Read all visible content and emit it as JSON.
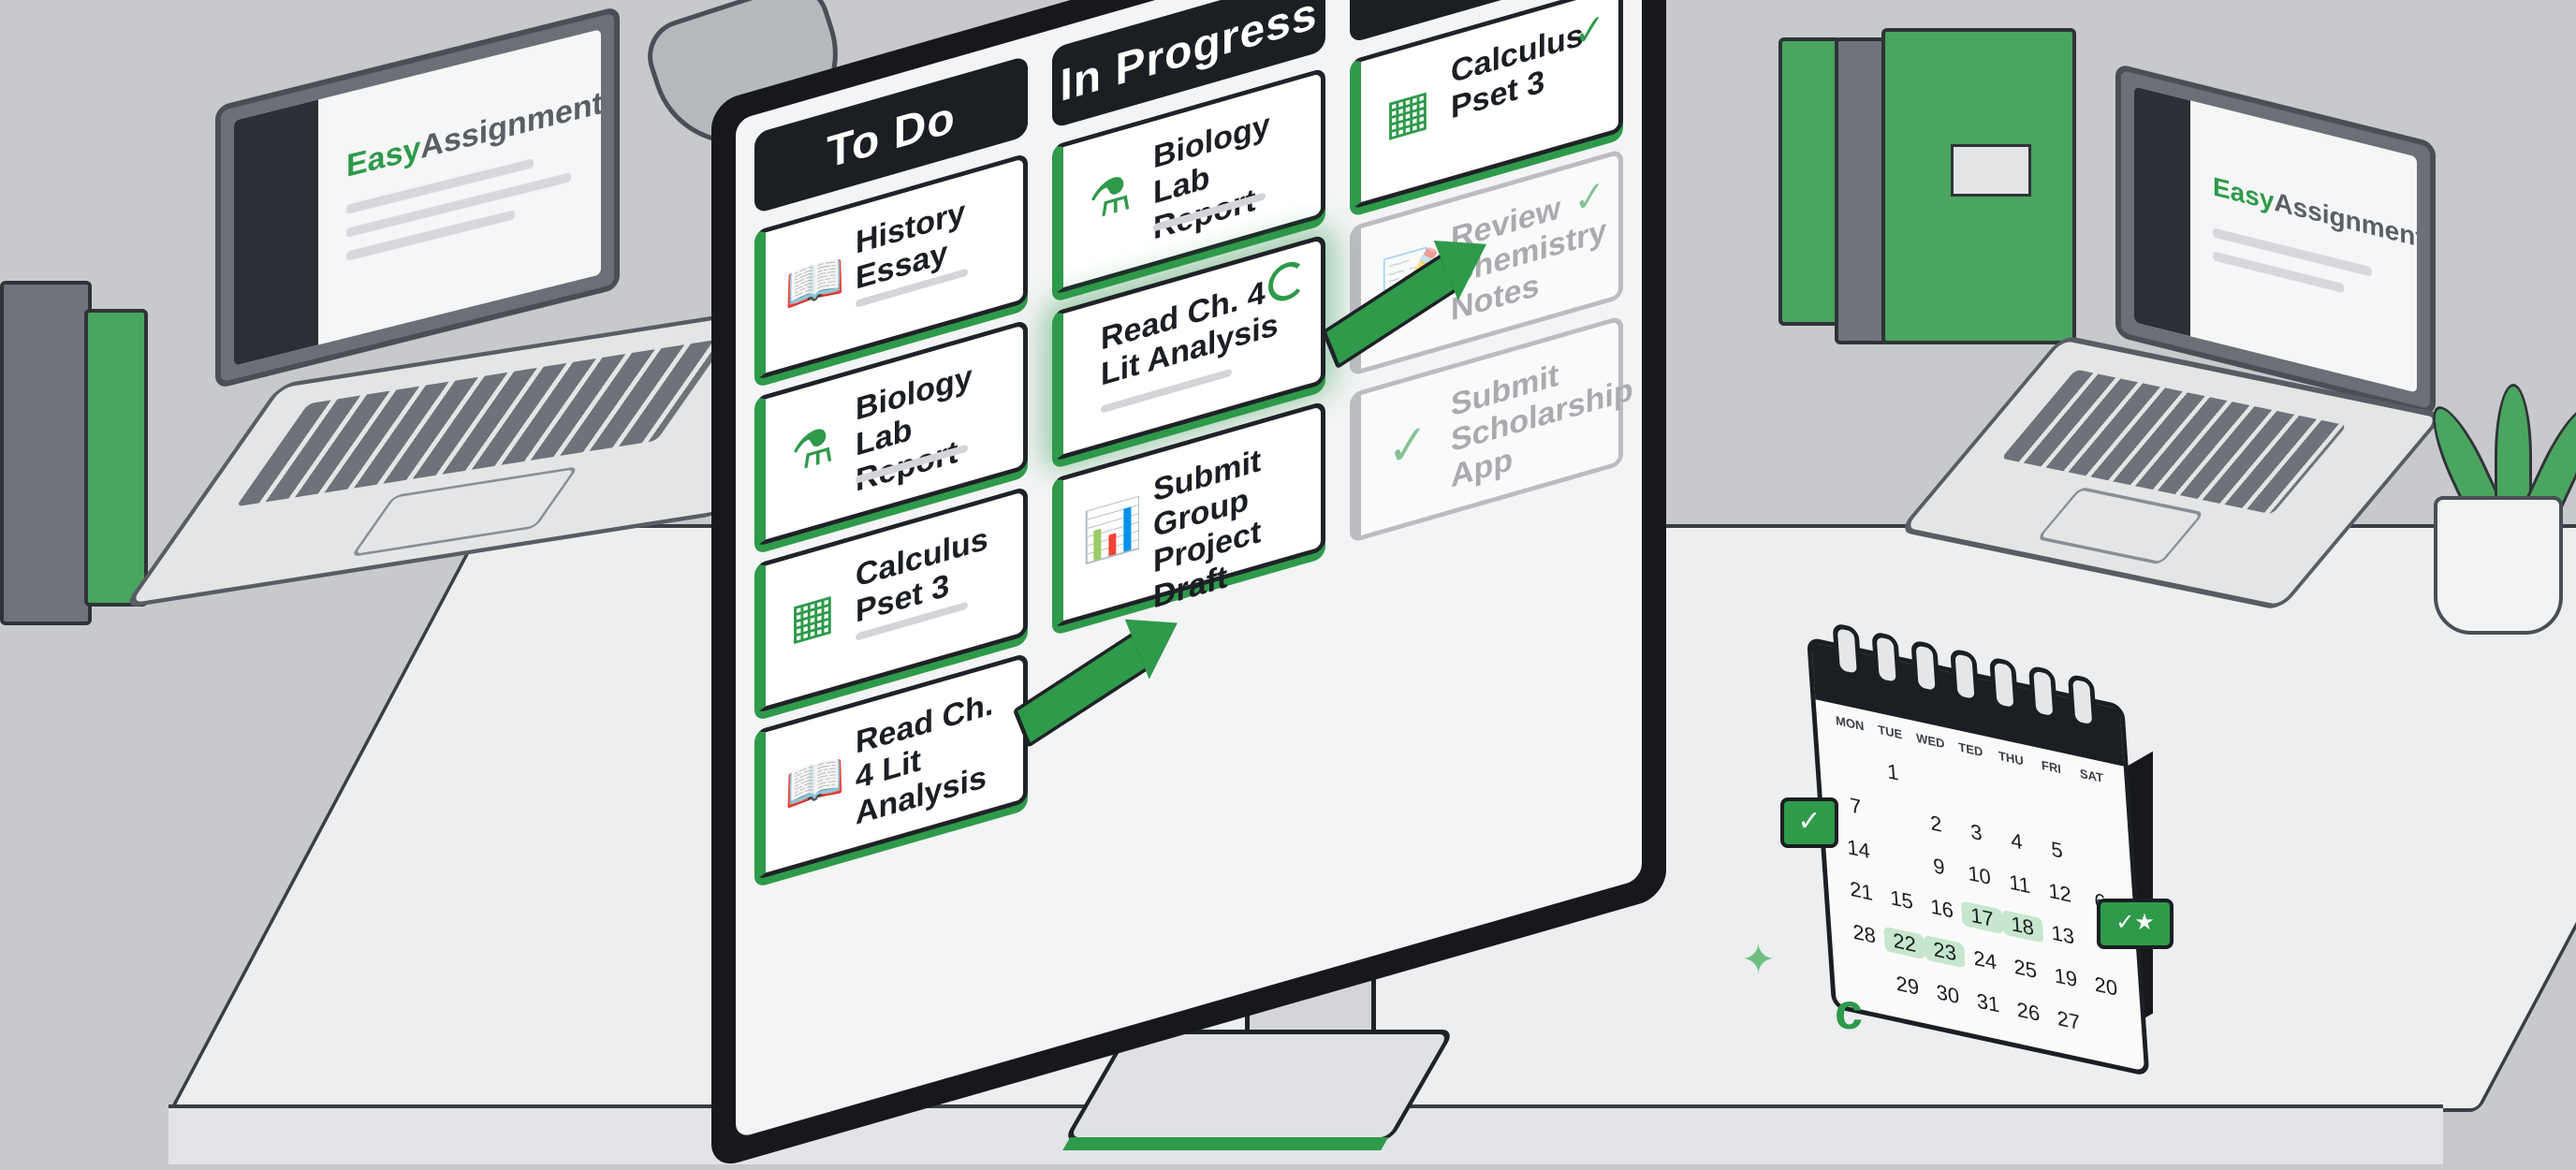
{
  "laptops": {
    "left": {
      "brand_prefix": "Easy",
      "brand_suffix": "Assignments"
    },
    "right": {
      "brand_prefix": "Easy",
      "brand_suffix": "Assignments"
    }
  },
  "board": {
    "columns": [
      {
        "title": "To Do",
        "cards": [
          {
            "title": "History Essay",
            "icon": "book-icon"
          },
          {
            "title": "Biology Lab Report",
            "icon": "flask-icon"
          },
          {
            "title": "Calculus Pset 3",
            "icon": "calculator-icon"
          },
          {
            "title": "Read Ch. 4 Lit Analysis",
            "icon": "book-icon"
          }
        ]
      },
      {
        "title": "In Progress",
        "cards": [
          {
            "title": "Biology Lab Report",
            "icon": "flask-icon"
          },
          {
            "title": "Read Ch. 4 Lit Analysis",
            "icon": "spinner-icon"
          },
          {
            "title": "Submit Group Project Draft",
            "icon": "presentation-icon"
          }
        ]
      },
      {
        "title": "Done",
        "cards": [
          {
            "title": "Calculus Pset 3",
            "icon": "calculator-icon",
            "state": "done"
          },
          {
            "title": "Review Chemistry Notes",
            "icon": "notes-icon",
            "state": "done-faded"
          },
          {
            "title": "Submit Scholarship App",
            "icon": "check-icon",
            "state": "done-faded"
          }
        ]
      }
    ]
  },
  "calendar": {
    "weekdays": [
      "MON",
      "TUE",
      "WED",
      "TED",
      "THU",
      "FRI",
      "SAT"
    ],
    "rows": [
      [
        "",
        "1",
        "",
        "",
        "",
        "",
        ""
      ],
      [
        "7",
        "",
        "2",
        "3",
        "4",
        "5",
        ""
      ],
      [
        "14",
        "",
        "9",
        "10",
        "11",
        "12",
        "6"
      ],
      [
        "21",
        "15",
        "16",
        "17",
        "18",
        "13",
        ""
      ],
      [
        "28",
        "22",
        "23",
        "24",
        "25",
        "19",
        "20"
      ],
      [
        "",
        "29",
        "30",
        "31",
        "26",
        "27",
        ""
      ]
    ]
  },
  "colors": {
    "accent": "#2e9a4a",
    "dark": "#1b1e22",
    "background": "#c7c9cd",
    "card": "#ffffff"
  }
}
